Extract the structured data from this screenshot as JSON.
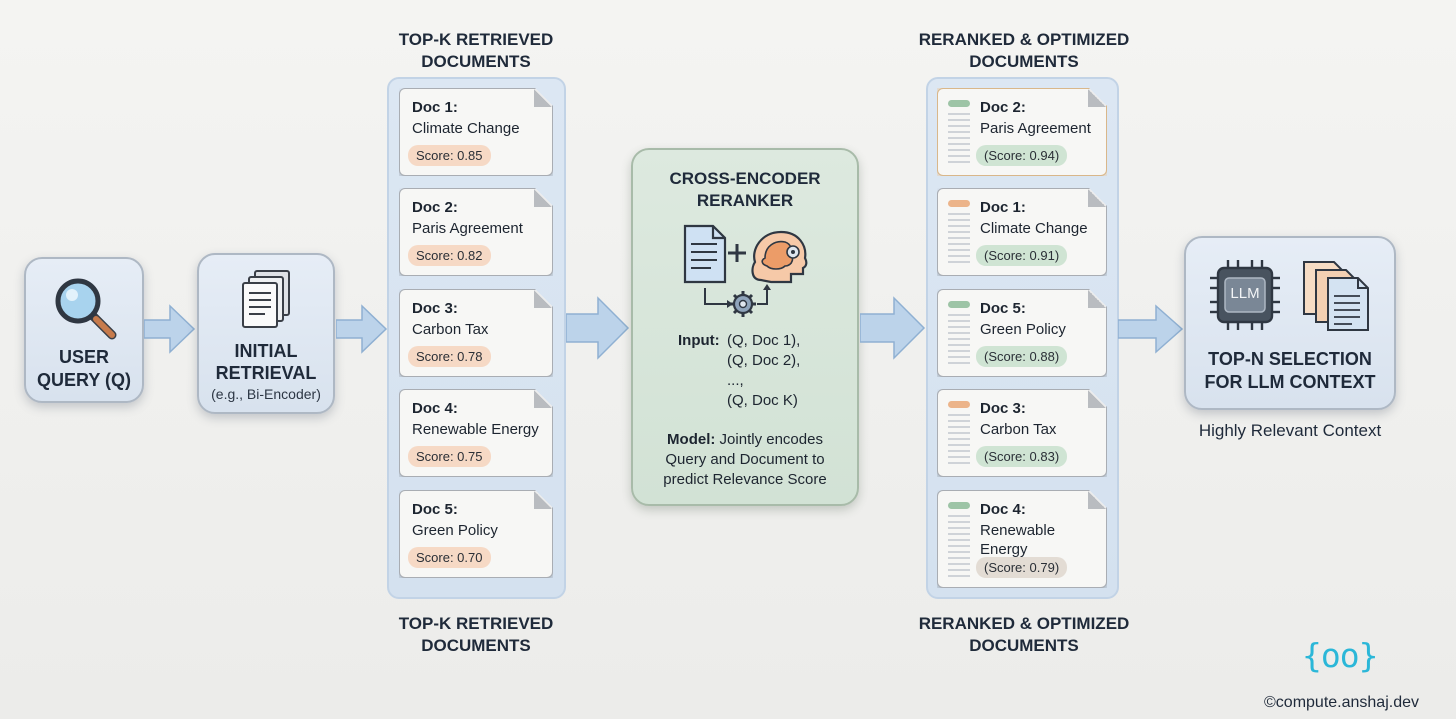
{
  "user_query": {
    "line1": "USER",
    "line2": "QUERY (Q)"
  },
  "initial_retrieval": {
    "line1": "INITIAL",
    "line2": "RETRIEVAL",
    "sub": "(e.g., Bi-Encoder)"
  },
  "retrieved": {
    "title_line1": "TOP-K RETRIEVED",
    "title_line2": "DOCUMENTS",
    "docs": [
      {
        "num": "Doc 1:",
        "name": "Climate Change",
        "score": "Score: 0.85"
      },
      {
        "num": "Doc 2:",
        "name": "Paris Agreement",
        "score": "Score: 0.82"
      },
      {
        "num": "Doc 3:",
        "name": "Carbon Tax",
        "score": "Score: 0.78"
      },
      {
        "num": "Doc 4:",
        "name": "Renewable Energy",
        "score": "Score: 0.75"
      },
      {
        "num": "Doc 5:",
        "name": "Green Policy",
        "score": "Score: 0.70"
      }
    ]
  },
  "reranker": {
    "title_line1": "CROSS-ENCODER",
    "title_line2": "RERANKER",
    "input_label": "Input:",
    "input_lines": [
      "(Q, Doc 1),",
      "(Q, Doc 2),",
      "...,",
      "(Q, Doc K)"
    ],
    "model_label": "Model:",
    "model_lines": [
      "Jointly encodes",
      "Query and Document to",
      "predict Relevance Score"
    ]
  },
  "reranked": {
    "title_line1": "RERANKED & OPTIMIZED",
    "title_line2": "DOCUMENTS",
    "docs": [
      {
        "num": "Doc 2:",
        "name_line1": "Paris Agreement",
        "name_line2": "",
        "score": "(Score: 0.94)",
        "tab_color": "#9dc4a6"
      },
      {
        "num": "Doc 1:",
        "name_line1": "Climate Change",
        "name_line2": "",
        "score": "(Score: 0.91)",
        "tab_color": "#ecb48a"
      },
      {
        "num": "Doc 5:",
        "name_line1": "Green Policy",
        "name_line2": "",
        "score": "(Score: 0.88)",
        "tab_color": "#9dc4a6"
      },
      {
        "num": "Doc 3:",
        "name_line1": "Carbon Tax",
        "name_line2": "",
        "score": "(Score: 0.83)",
        "tab_color": "#ecb48a"
      },
      {
        "num": "Doc 4:",
        "name_line1": "Renewable",
        "name_line2": "Energy",
        "score": "(Score: 0.79)",
        "tab_color": "#9dc4a6"
      }
    ]
  },
  "topn": {
    "chip_label": "LLM",
    "line1": "TOP-N SELECTION",
    "line2": "FOR LLM CONTEXT",
    "caption": "Highly Relevant Context"
  },
  "branding": {
    "logo_text": "{oo}",
    "copyright": "©compute.anshaj.dev"
  },
  "colors": {
    "orange_accent": "#ecb48a",
    "green_accent": "#9dc4a6",
    "blue_panel": "#d4e1ef",
    "green_panel": "#d2e2d5"
  }
}
